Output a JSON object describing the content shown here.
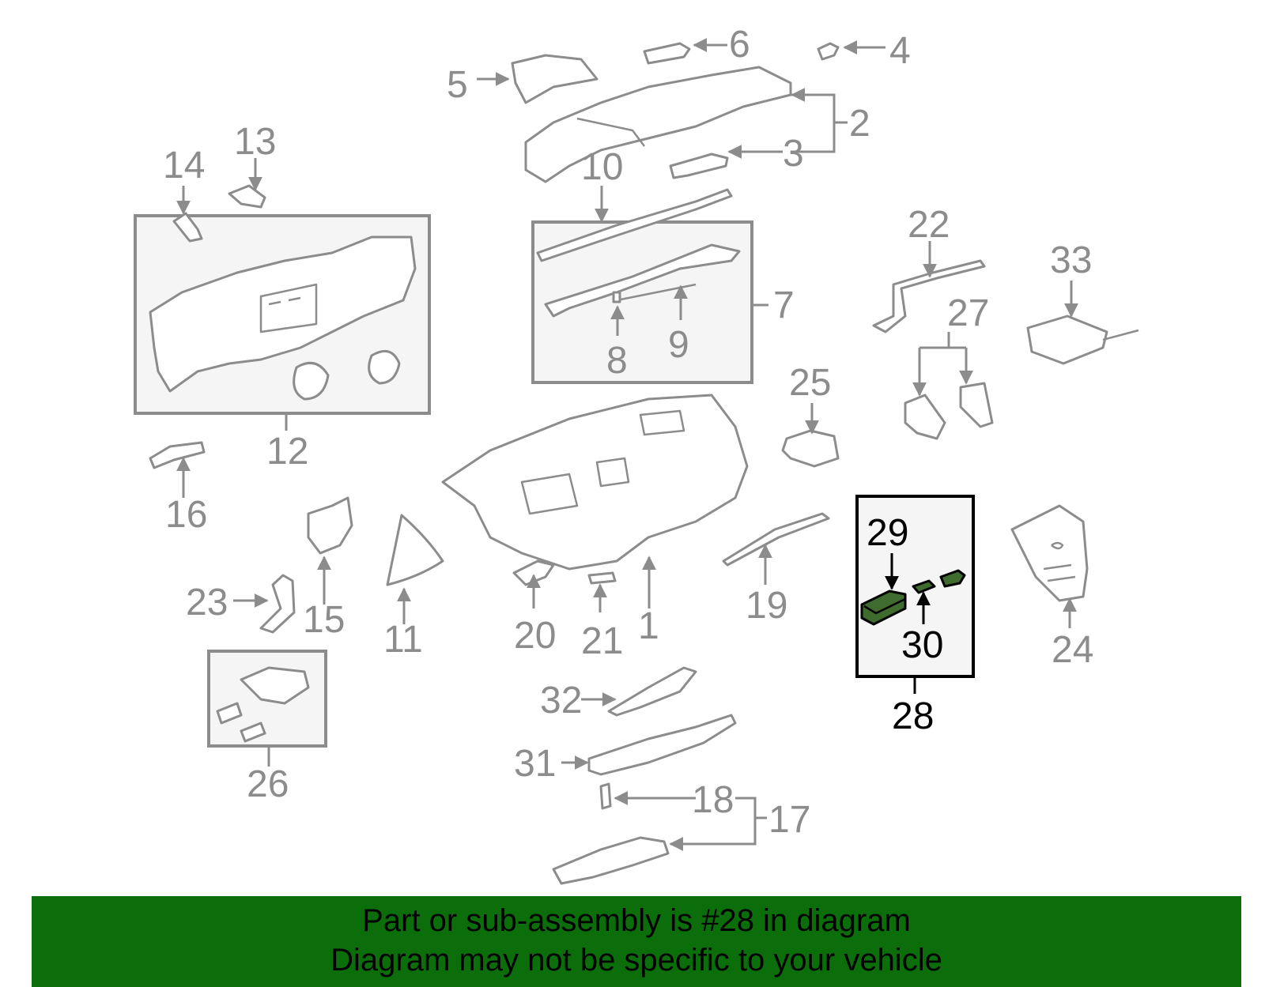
{
  "callouts": {
    "c1": "1",
    "c2": "2",
    "c3": "3",
    "c4": "4",
    "c5": "5",
    "c6": "6",
    "c7": "7",
    "c8": "8",
    "c9": "9",
    "c10": "10",
    "c11": "11",
    "c12": "12",
    "c13": "13",
    "c14": "14",
    "c15": "15",
    "c16": "16",
    "c17": "17",
    "c18": "18",
    "c19": "19",
    "c20": "20",
    "c21": "21",
    "c22": "22",
    "c23": "23",
    "c24": "24",
    "c25": "25",
    "c26": "26",
    "c27": "27",
    "c28": "28",
    "c29": "29",
    "c30": "30",
    "c31": "31",
    "c32": "32",
    "c33": "33"
  },
  "highlight": {
    "assembly_callout": "28",
    "color": "#3f6b2f"
  },
  "banner": {
    "line1": "Part or sub-assembly is #28 in diagram",
    "line2": "Diagram may not be specific to your vehicle",
    "background": "#0b6e0b"
  }
}
